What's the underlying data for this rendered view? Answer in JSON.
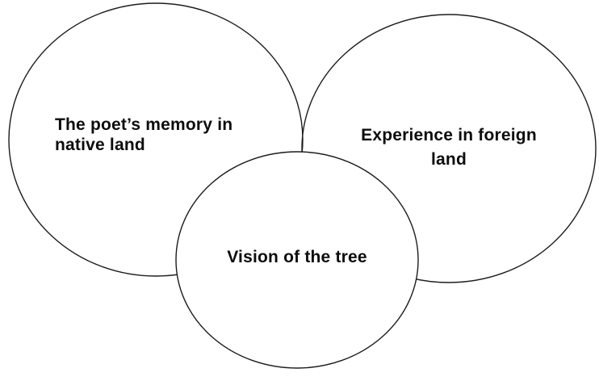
{
  "diagram": {
    "type": "venn-3-circles",
    "background_color": "#ffffff",
    "stroke_color": "#1c1c1c",
    "text_color": "#0d0d0d",
    "circles": [
      {
        "id": "native-memory",
        "position": "top-left",
        "label_lines": [
          "The poet’s memory in",
          "native land"
        ]
      },
      {
        "id": "foreign-experience",
        "position": "top-right",
        "label_lines": [
          "Experience in foreign",
          "land"
        ]
      },
      {
        "id": "vision-of-tree",
        "position": "bottom-center",
        "label_lines": [
          "Vision of the tree"
        ]
      }
    ]
  }
}
